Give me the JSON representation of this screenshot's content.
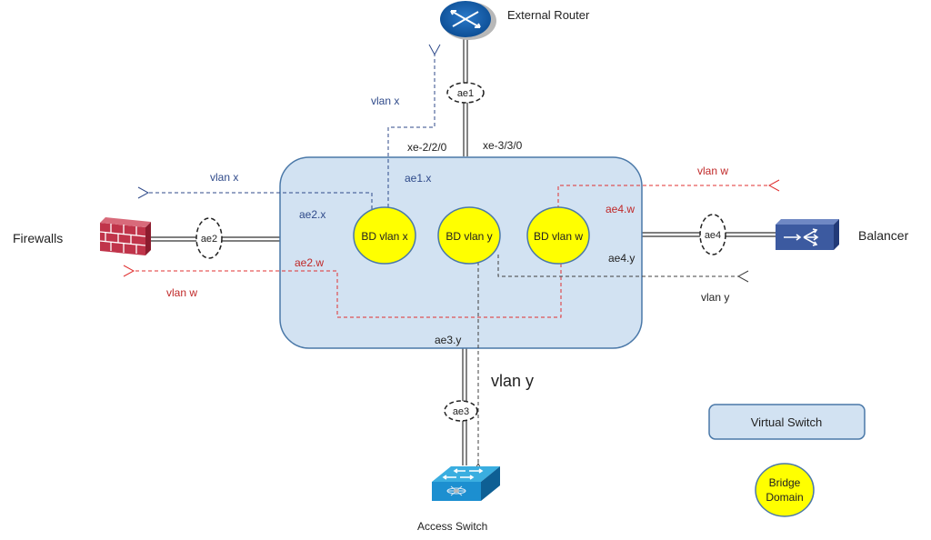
{
  "devices": {
    "external_router": "External Router",
    "firewalls": "Firewalls",
    "balancer": "Balancer",
    "access_switch": "Access Switch"
  },
  "lags": {
    "ae1": "ae1",
    "ae2": "ae2",
    "ae3": "ae3",
    "ae4": "ae4"
  },
  "interfaces": {
    "xe_2_2_0": "xe-2/2/0",
    "xe_3_3_0": "xe-3/3/0",
    "ae1_x": "ae1.x",
    "ae2_x": "ae2.x",
    "ae2_w": "ae2.w",
    "ae3_y": "ae3.y",
    "ae4_w": "ae4.w",
    "ae4_y": "ae4.y"
  },
  "bridge_domains": [
    {
      "label": "BD vlan x"
    },
    {
      "label": "BD vlan y"
    },
    {
      "label": "BD vlan w"
    }
  ],
  "vlans": {
    "router_x": "vlan x",
    "firewall_x": "vlan x",
    "firewall_w": "vlan w",
    "balancer_w": "vlan w",
    "balancer_y": "vlan y",
    "access_y": "vlan y"
  },
  "legend": {
    "virtual_switch": "Virtual Switch",
    "bridge_domain_line1": "Bridge",
    "bridge_domain_line2": "Domain"
  },
  "colors": {
    "vlan_x": "#2f4a8a",
    "vlan_w": "#e03030",
    "vlan_y": "#404040",
    "switch_fill": "#d2e2f2",
    "switch_stroke": "#4a78a8",
    "bd_fill": "#ffff00"
  }
}
